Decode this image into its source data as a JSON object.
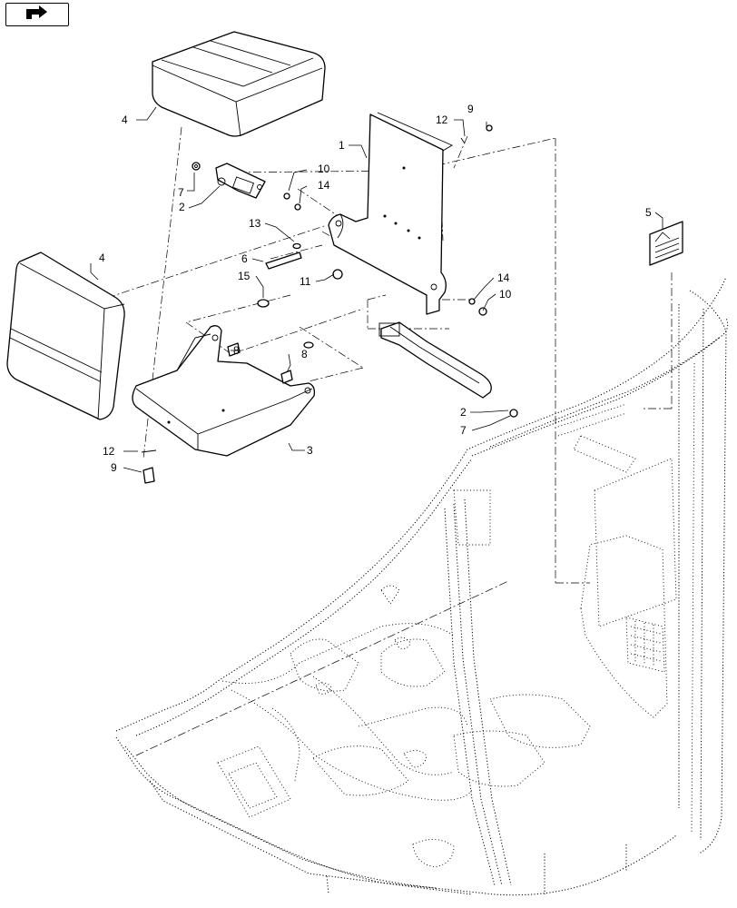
{
  "nav": {
    "icon": "return-arrow-icon"
  },
  "callouts": {
    "c1": "1",
    "c2a": "2",
    "c2b": "2",
    "c3": "3",
    "c4a": "4",
    "c4b": "4",
    "c5": "5",
    "c6": "6",
    "c7a": "7",
    "c7b": "7",
    "c8a": "8",
    "c8b": "8",
    "c9a": "9",
    "c9b": "9",
    "c10a": "10",
    "c10b": "10",
    "c11": "11",
    "c12a": "12",
    "c12b": "12",
    "c13": "13",
    "c14a": "14",
    "c14b": "14",
    "c15": "15"
  }
}
